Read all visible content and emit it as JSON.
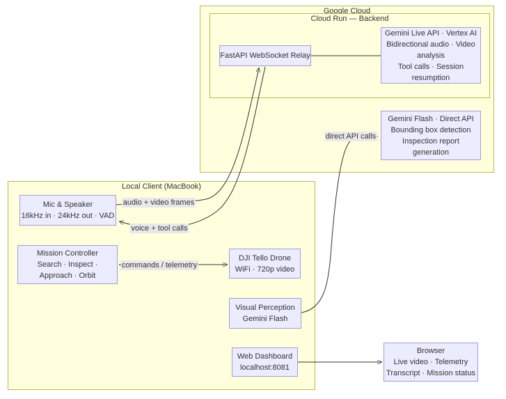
{
  "diagram": {
    "clusters": {
      "google_cloud": {
        "title": "Google Cloud"
      },
      "cloud_run": {
        "title": "Cloud Run — Backend"
      },
      "local_client": {
        "title": "Local Client (MacBook)"
      }
    },
    "nodes": {
      "fastapi_relay": {
        "lines": [
          "FastAPI WebSocket Relay"
        ]
      },
      "gemini_live": {
        "lines": [
          "Gemini Live API · Vertex AI",
          "Bidirectional audio · Video",
          "analysis",
          "Tool calls · Session",
          "resumption"
        ]
      },
      "gemini_flash": {
        "lines": [
          "Gemini Flash · Direct API",
          "Bounding box detection",
          "Inspection report",
          "generation"
        ]
      },
      "mic_speaker": {
        "lines": [
          "Mic & Speaker",
          "16kHz in · 24kHz out · VAD"
        ]
      },
      "mission_controller": {
        "lines": [
          "Mission Controller",
          "Search · Inspect ·",
          "Approach · Orbit"
        ]
      },
      "tello_drone": {
        "lines": [
          "DJI Tello Drone",
          "WiFi · 720p video"
        ]
      },
      "visual_perception": {
        "lines": [
          "Visual Perception",
          "Gemini Flash"
        ]
      },
      "web_dashboard": {
        "lines": [
          "Web Dashboard",
          "localhost:8081"
        ]
      },
      "browser": {
        "lines": [
          "Browser",
          "Live video · Telemetry",
          "Transcript · Mission status"
        ]
      }
    },
    "edge_labels": {
      "audio_video_frames": "audio + video frames",
      "voice_tool_calls": "voice + tool calls",
      "commands_telemetry": "commands / telemetry",
      "direct_api_calls": "direct API calls"
    },
    "edges": [
      {
        "from": "fastapi_relay",
        "to": "gemini_live",
        "label": "",
        "arrows": "none"
      },
      {
        "from": "mic_speaker",
        "to": "fastapi_relay",
        "label": "audio + video frames",
        "arrows": "end"
      },
      {
        "from": "fastapi_relay",
        "to": "mic_speaker",
        "label": "voice + tool calls",
        "arrows": "end"
      },
      {
        "from": "mission_controller",
        "to": "tello_drone",
        "label": "commands / telemetry",
        "arrows": "both"
      },
      {
        "from": "visual_perception",
        "to": "gemini_flash",
        "label": "direct API calls",
        "arrows": "end"
      },
      {
        "from": "web_dashboard",
        "to": "browser",
        "label": "",
        "arrows": "end"
      }
    ],
    "colors": {
      "cluster_fill": "#ffffde",
      "cluster_border": "#b9b955",
      "node_fill": "#ececff",
      "node_border": "#a49bd6",
      "edge": "#333333",
      "edge_label_bg": "#e8e8e8",
      "text": "#333333",
      "background": "#ffffff"
    }
  }
}
